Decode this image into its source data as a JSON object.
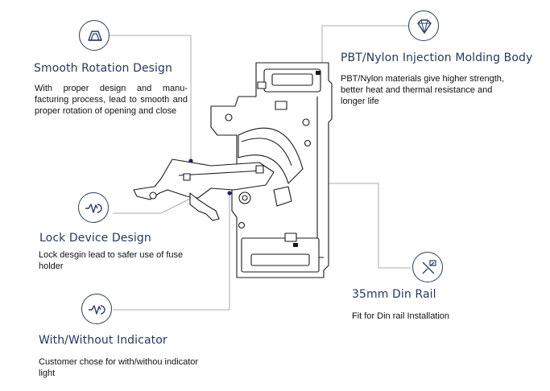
{
  "features": {
    "smooth_rotation": {
      "title": "Smooth Rotation Design",
      "desc": "With proper design and manu-facturing process, lead to smooth and proper rotation of opening and close",
      "icon": "rotation-shield-icon"
    },
    "injection_molding": {
      "title": "PBT/Nylon Injection Molding Body",
      "desc": "PBT/Nylon materials give higher strength, better heat and thermal resistance and longer life",
      "icon": "diamond-icon"
    },
    "lock_device": {
      "title": "Lock Device Design",
      "desc": "Lock desgin lead to safer use of fuse holder",
      "icon": "lock-wave-icon"
    },
    "din_rail": {
      "title": "35mm Din Rail",
      "desc": "Fit for Din rail Installation",
      "icon": "din-rail-icon"
    },
    "indicator": {
      "title": "With/Without Indicator",
      "desc": "Customer chose for with/withou indicator light",
      "icon": "indicator-wave-icon"
    }
  },
  "colors": {
    "navy": "#27385c",
    "leader_line": "#8a93a5",
    "dot": "#1d2a55"
  }
}
